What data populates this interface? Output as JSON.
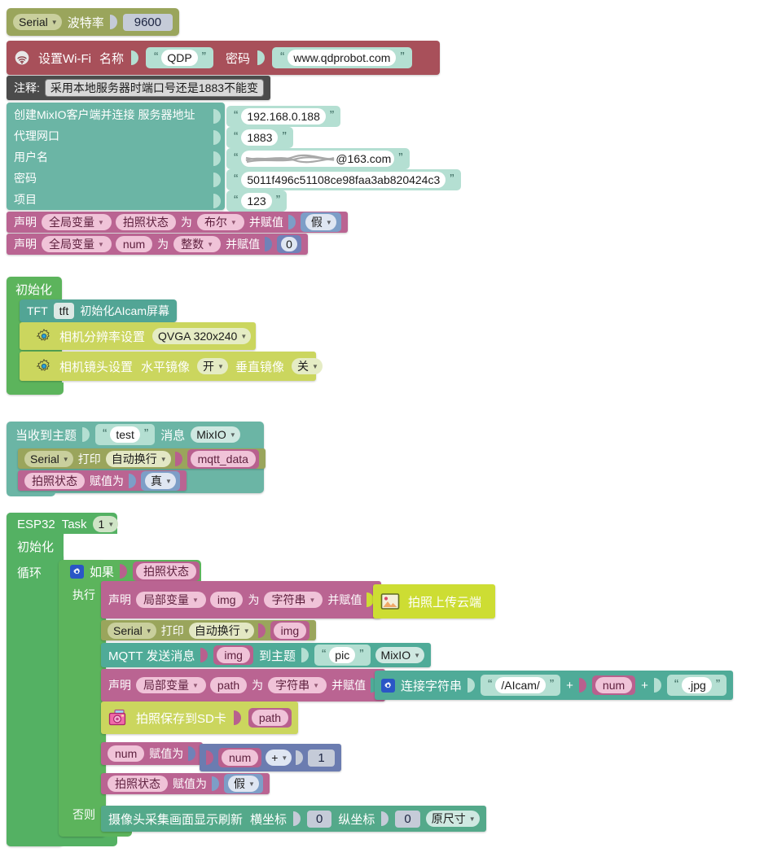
{
  "blocks": {
    "serial_init": {
      "dropdown": "Serial",
      "label_baud": "波特率",
      "baud": "9600"
    },
    "wifi": {
      "icon": "wifi-icon",
      "label": "设置Wi-Fi",
      "label_name": "名称",
      "ssid": "QDP",
      "label_pwd": "密码",
      "password": "www.qdprobot.com"
    },
    "comment": {
      "label": "注释:",
      "text": "采用本地服务器时端口号还是1883不能变"
    },
    "mixio_client": {
      "rows": [
        {
          "label": "创建MixIO客户端并连接 服务器地址",
          "value": "192.168.0.188",
          "quoted": true
        },
        {
          "label": "代理网口",
          "value": "1883",
          "quoted": true
        },
        {
          "label": "用户名",
          "value": "@163.com",
          "quoted": true,
          "redacted": true
        },
        {
          "label": "密码",
          "value": "5011f496c51108ce98faa3ab820424c3",
          "quoted": true
        },
        {
          "label": "项目",
          "value": "123",
          "quoted": true
        }
      ]
    },
    "declare_photo_state": {
      "kw_declare": "声明",
      "scope": "全局变量",
      "var": "拍照状态",
      "kw_as": "为",
      "type": "布尔",
      "kw_assign": "并赋值",
      "value": "假"
    },
    "declare_num": {
      "kw_declare": "声明",
      "scope": "全局变量",
      "var": "num",
      "kw_as": "为",
      "type": "整数",
      "kw_assign": "并赋值",
      "value": "0"
    },
    "setup": {
      "label": "初始化",
      "tft": {
        "prefix": "TFT",
        "instance": "tft",
        "label": "初始化AIcam屏幕"
      },
      "cam_res": {
        "icon": "gear-icon",
        "label": "相机分辨率设置",
        "value": "QVGA 320x240"
      },
      "cam_lens": {
        "icon": "gear-icon",
        "label": "相机镜头设置",
        "label_h": "水平镜像",
        "h_value": "开",
        "label_v": "垂直镜像",
        "v_value": "关"
      }
    },
    "on_message": {
      "label": "当收到主题",
      "topic": "test",
      "label_msg": "消息",
      "broker": "MixIO",
      "serial_print": {
        "dropdown": "Serial",
        "label": "打印",
        "mode": "自动换行",
        "value": "mqtt_data"
      },
      "set_state": {
        "var": "拍照状态",
        "label": "赋值为",
        "value": "真"
      }
    },
    "task": {
      "title_prefix": "ESP32",
      "title_task": "Task",
      "task_number": "1",
      "label_init": "初始化",
      "label_loop": "循环",
      "if_block": {
        "icon": "mutator-gear-icon",
        "label_if": "如果",
        "condition": "拍照状态",
        "label_do": "执行",
        "label_else": "否则"
      },
      "declare_img": {
        "kw_declare": "声明",
        "scope": "局部变量",
        "var": "img",
        "kw_as": "为",
        "type": "字符串",
        "kw_assign": "并赋值",
        "value_block": {
          "icon": "image-upload-icon",
          "label": "拍照上传云端"
        }
      },
      "serial_print_img": {
        "dropdown": "Serial",
        "label": "打印",
        "mode": "自动换行",
        "value": "img"
      },
      "mqtt_publish": {
        "label": "MQTT 发送消息",
        "payload": "img",
        "label_to": "到主题",
        "topic": "pic",
        "broker": "MixIO"
      },
      "declare_path": {
        "kw_declare": "声明",
        "scope": "局部变量",
        "var": "path",
        "kw_as": "为",
        "type": "字符串",
        "kw_assign": "并赋值",
        "join": {
          "icon": "mutator-gear-icon",
          "label": "连接字符串",
          "part1": "/AIcam/",
          "op1": "+",
          "part2": "num",
          "op2": "+",
          "part3": ".jpg"
        }
      },
      "save_sd": {
        "icon": "camera-icon",
        "label": "拍照保存到SD卡",
        "value": "path"
      },
      "set_num": {
        "var": "num",
        "label": "赋值为",
        "operand_left": "num",
        "operator": "+",
        "operand_right": "1"
      },
      "set_state_false": {
        "var": "拍照状态",
        "label": "赋值为",
        "value": "假"
      },
      "display_refresh": {
        "label": "摄像头采集画面显示刷新",
        "label_x": "横坐标",
        "x": "0",
        "label_y": "纵坐标",
        "y": "0",
        "size": "原尺寸"
      }
    }
  },
  "colors": {
    "serial": "#9aa55c",
    "wifi": "#a8505a",
    "comment": "#4b4b4b",
    "mixio": "#6bb5a5",
    "variable": "#ba6492",
    "control_green": "#5cb45c",
    "camera_yellow": "#cbd65e",
    "string_green": "#b4dfd2",
    "number_blue": "#7082b8"
  }
}
